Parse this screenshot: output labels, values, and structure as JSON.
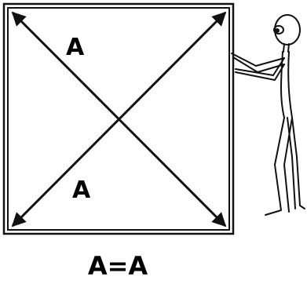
{
  "diagram": {
    "diagonal_label_upper": "A",
    "diagonal_label_lower": "A",
    "equation": "A=A"
  }
}
